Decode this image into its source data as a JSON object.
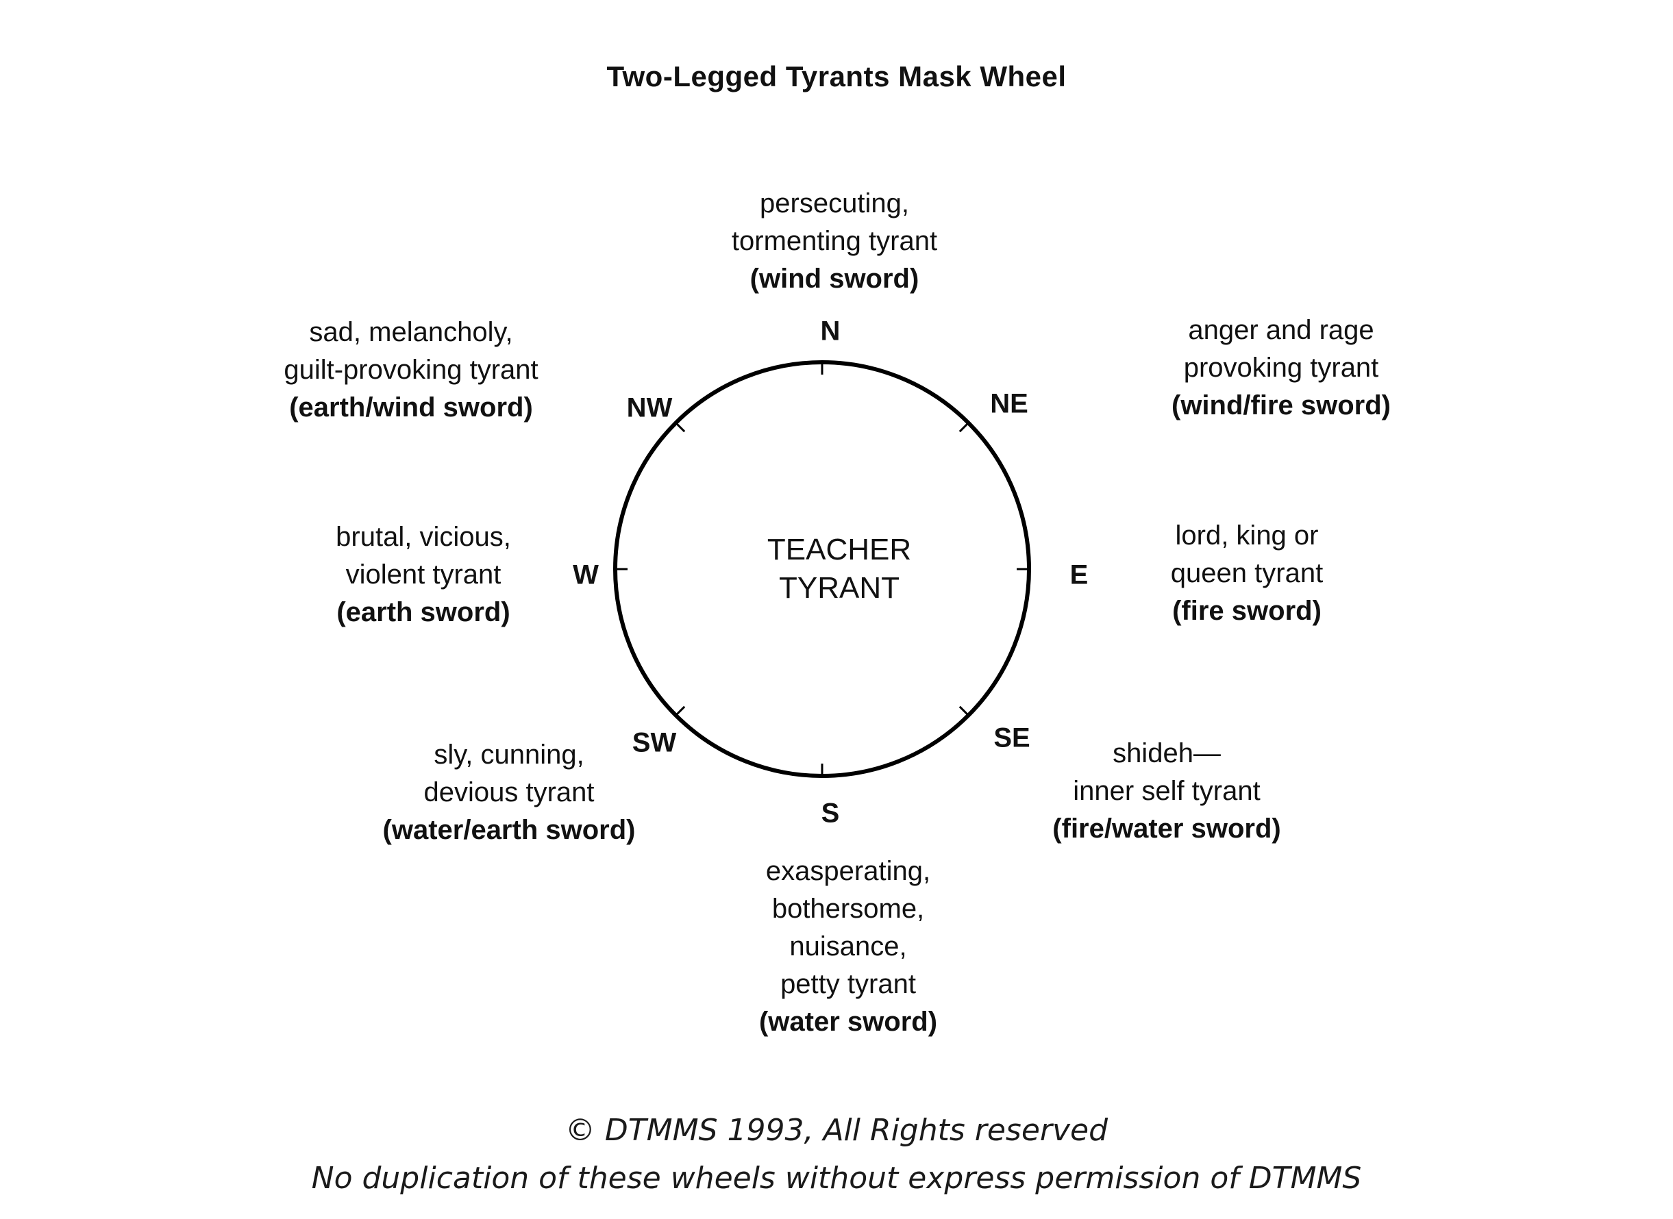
{
  "title": "Two-Legged Tyrants Mask Wheel",
  "center": {
    "line1": "TEACHER",
    "line2": "TYRANT"
  },
  "directions": {
    "N": "N",
    "NE": "NE",
    "E": "E",
    "SE": "SE",
    "S": "S",
    "SW": "SW",
    "W": "W",
    "NW": "NW"
  },
  "positions": {
    "N": {
      "lines": [
        "persecuting,",
        "tormenting tyrant"
      ],
      "sword": "(wind sword)"
    },
    "NE": {
      "lines": [
        "anger and rage",
        "provoking tyrant"
      ],
      "sword": "(wind/fire sword)"
    },
    "E": {
      "lines": [
        "lord, king or",
        "queen tyrant"
      ],
      "sword": "(fire sword)"
    },
    "SE": {
      "lines": [
        "shideh—",
        "inner self tyrant"
      ],
      "sword": "(fire/water sword)"
    },
    "S": {
      "lines": [
        "exasperating,",
        "bothersome,",
        "nuisance,",
        "petty tyrant"
      ],
      "sword": "(water sword)"
    },
    "SW": {
      "lines": [
        "sly, cunning,",
        "devious tyrant"
      ],
      "sword": "(water/earth sword)"
    },
    "W": {
      "lines": [
        "brutal, vicious,",
        "violent tyrant"
      ],
      "sword": "(earth sword)"
    },
    "NW": {
      "lines": [
        "sad, melancholy,",
        "guilt-provoking tyrant"
      ],
      "sword": "(earth/wind sword)"
    }
  },
  "footer": {
    "copyright": "© DTMMS 1993, All Rights reserved",
    "notice": "No duplication of these wheels without express permission of DTMMS"
  }
}
